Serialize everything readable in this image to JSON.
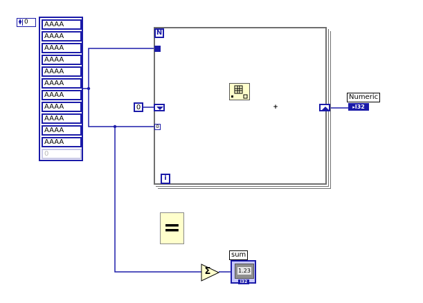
{
  "array_control": {
    "index_value": "0",
    "elements": [
      "AAAA",
      "AAAA",
      "AAAA",
      "AAAA",
      "AAAA",
      "AAAA",
      "AAAA",
      "AAAA",
      "AAAA",
      "AAAA",
      "AAAA"
    ],
    "empty_element": "0"
  },
  "for_loop": {
    "count_terminal": "N",
    "iteration_terminal": "i",
    "constant_zero": "0",
    "conditional_terminal": "0"
  },
  "indicator_numeric": {
    "label": "Numeric",
    "type": "I32"
  },
  "indicator_sum": {
    "label": "sum",
    "display": "1.23",
    "type": "I32"
  },
  "nodes": {
    "add_symbol": "+",
    "sum_symbol": "Σ",
    "equals_symbol": "="
  },
  "colors": {
    "wire_blue": "#1a1aa8",
    "loop_gray": "#6e6e6e",
    "node_yellow": "#ffffcc"
  }
}
